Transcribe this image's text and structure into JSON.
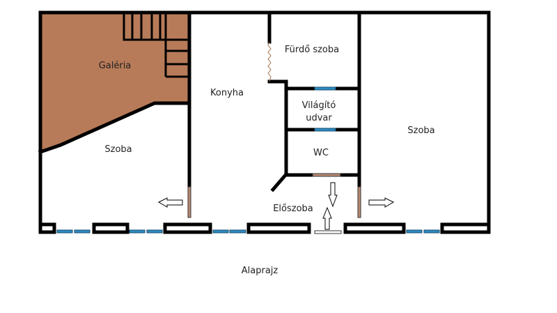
{
  "title": "Alaprajz",
  "rooms": {
    "gallery": "Galéria",
    "room_left": "Szoba",
    "kitchen": "Konyha",
    "bathroom": "Fürdő szoba",
    "lightwell_line1": "Világító",
    "lightwell_line2": "udvar",
    "wc": "WC",
    "room_right": "Szoba",
    "hall": "Előszoba"
  },
  "colors": {
    "gallery": "#b87b59",
    "door": "#b98a72",
    "window": "#2e8bc0",
    "wall": "#000000"
  }
}
